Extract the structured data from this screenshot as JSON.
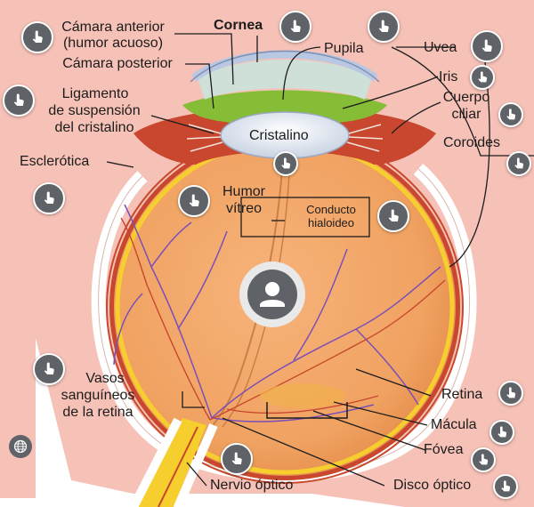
{
  "labels": {
    "camara_anterior": "Cámara anterior",
    "humor_acuoso": "(humor acuoso)",
    "camara_posterior": "Cámara posterior",
    "ligamento_1": "Ligamento",
    "ligamento_2": "de suspensión",
    "ligamento_3": "del cristalino",
    "esclerotica": "Esclerótica",
    "cornea": "Cornea",
    "pupila": "Pupila",
    "uvea": "Uvea",
    "iris": "Iris",
    "cuerpo": "Cuerpo",
    "ciliar": "ciliar",
    "coroides": "Coroides",
    "cristalino": "Cristalino",
    "humor": "Humor",
    "vitreo": "vítreo",
    "conducto": "Conducto",
    "hialoideo": "hialoideo",
    "vasos_1": "Vasos",
    "vasos_2": "sanguíneos",
    "vasos_3": "de la retina",
    "retina": "Retina",
    "macula": "Mácula",
    "fovea": "Fóvea",
    "nervio_optico": "Nervio óptico",
    "disco_optico": "Disco óptico"
  },
  "colors": {
    "background_pink": "#f6c1b7",
    "vitreous_orange": "#f0a261",
    "sclera_white": "#ffffff",
    "retina_yellow": "#f6cf2f",
    "choroid_red": "#c8472e",
    "iris_green": "#86bd36",
    "lens_blue": "#dfe7f3",
    "vessel_purple": "#7a4fb8",
    "hotspot_gray": "#5f6368"
  },
  "icons": {
    "hotspot": "tap-hand-icon",
    "avatar": "user-avatar-icon",
    "globe": "globe-icon"
  }
}
